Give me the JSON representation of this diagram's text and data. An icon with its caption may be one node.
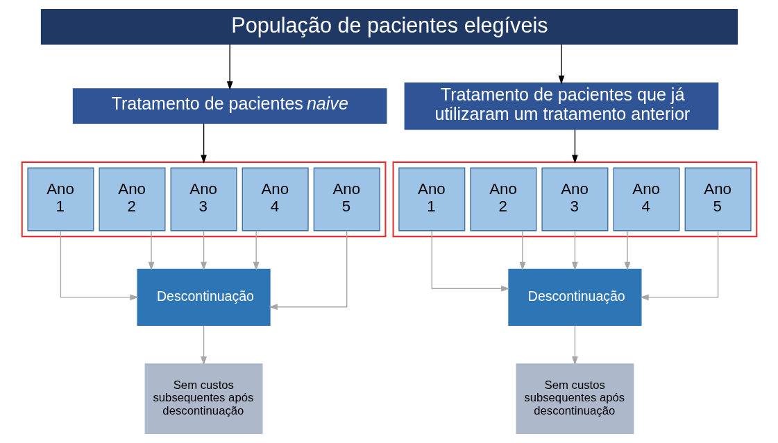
{
  "diagram": {
    "nodes": [
      {
        "text": [
          "População de pacientes elegíveis"
        ]
      },
      {
        "text": [
          "Tratamento de pacientes *naive*"
        ]
      },
      {
        "text": [
          "Tratamento de pacientes que já utilizaram um tratamento anterior"
        ]
      },
      {
        "text": [],
        "shape": "box"
      },
      {
        "text": [
          "Ano 1"
        ],
        "in": 3
      },
      {
        "text": [
          "Ano 2"
        ],
        "in": 3
      },
      {
        "text": [
          "Ano 3"
        ],
        "in": 3
      },
      {
        "text": [
          "Ano 4"
        ],
        "in": 3
      },
      {
        "text": [
          "Ano 5"
        ],
        "in": 3
      },
      {
        "text": [],
        "shape": "box"
      },
      {
        "text": [
          "Ano 1"
        ],
        "in": 9
      },
      {
        "text": [
          "Ano 2"
        ],
        "in": 9
      },
      {
        "text": [
          "Ano 3"
        ],
        "in": 9
      },
      {
        "text": [
          "Ano 4"
        ],
        "in": 9
      },
      {
        "text": [
          "Ano 5"
        ],
        "in": 9
      },
      {
        "text": [
          "Descontinuação"
        ]
      },
      {
        "text": [
          "Sem custos subsequentes após descontinuação"
        ]
      },
      {
        "text": [
          "Descontinuação"
        ]
      },
      {
        "text": [
          "Sem custos subsequentes após descontinuação"
        ]
      }
    ],
    "edges": [
      {
        "from": 0,
        "to": 1,
        "arrow": "to",
        "color": "#000000"
      },
      {
        "from": 0,
        "to": 2,
        "arrow": "to",
        "color": "#000000"
      },
      {
        "from": 1,
        "to": 3,
        "arrow": "to",
        "color": "#000000"
      },
      {
        "from": 2,
        "to": 9,
        "arrow": "to",
        "color": "#000000"
      },
      {
        "from": 4,
        "to": 15,
        "arrow": "to"
      },
      {
        "from": 5,
        "to": 15,
        "arrow": "to"
      },
      {
        "from": 6,
        "to": 15,
        "arrow": "to"
      },
      {
        "from": 7,
        "to": 15,
        "arrow": "to"
      },
      {
        "from": 8,
        "to": 15,
        "arrow": "to"
      },
      {
        "from": 10,
        "to": 17,
        "arrow": "to"
      },
      {
        "from": 11,
        "to": 17,
        "arrow": "to"
      },
      {
        "from": 12,
        "to": 17,
        "arrow": "to"
      },
      {
        "from": 13,
        "to": 17,
        "arrow": "to"
      },
      {
        "from": 14,
        "to": 17,
        "arrow": "to"
      },
      {
        "from": 15,
        "to": 16,
        "arrow": "to"
      },
      {
        "from": 17,
        "to": 18,
        "arrow": "to"
      }
    ]
  }
}
